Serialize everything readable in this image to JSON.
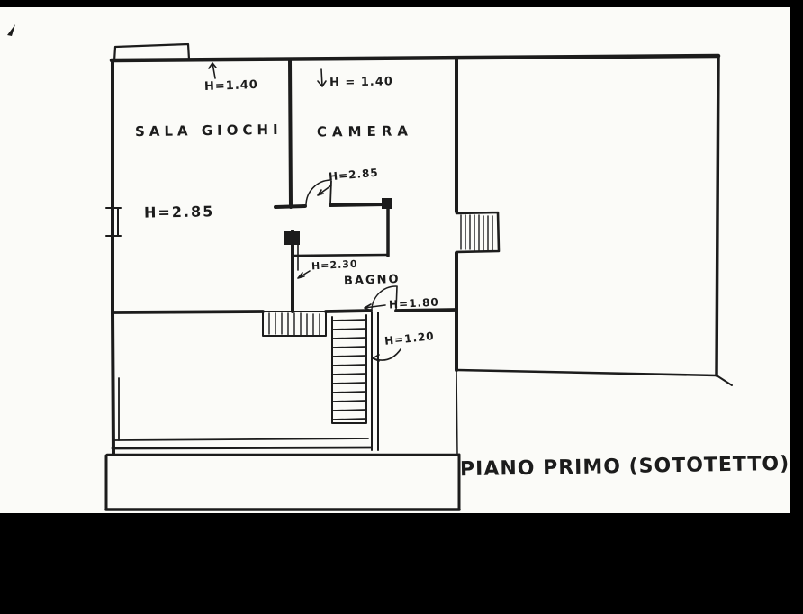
{
  "colors": {
    "paper": "#fbfbf8",
    "ink": "#1c1c1c",
    "background": "#000000"
  },
  "title": "PIANO PRIMO (SOTOTETTO)",
  "rooms": {
    "sala_giochi": {
      "label": "SALA GIOCHI",
      "height": "H=2.85"
    },
    "camera": {
      "label": "CAMERA",
      "height": "H = 1.40"
    },
    "bagno": {
      "label": "BAGNO",
      "height": "H=2.30"
    }
  },
  "annotations": {
    "left_wall_height": "H=1.40",
    "door_camera_height": "H=2.85",
    "door_bagno_height": "H=1.80",
    "stair_head_height": "H=1.20"
  }
}
